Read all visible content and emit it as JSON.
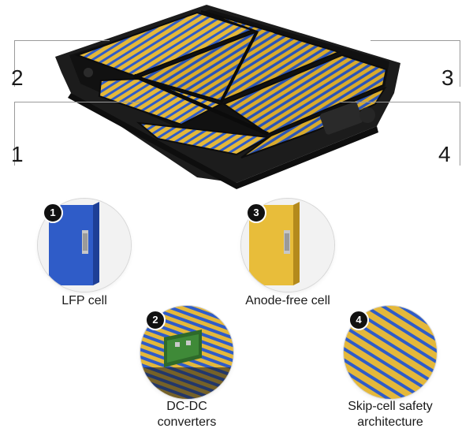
{
  "pack_numbers": [
    "1",
    "2",
    "3",
    "4"
  ],
  "callouts": [
    {
      "badge": "1",
      "label": "LFP cell"
    },
    {
      "badge": "2",
      "label_line1": "DC-DC",
      "label_line2": "converters"
    },
    {
      "badge": "3",
      "label": "Anode-free cell"
    },
    {
      "badge": "4",
      "label_line1": "Skip-cell safety",
      "label_line2": "architecture"
    }
  ],
  "colors": {
    "cell_blue": "#2f5cc8",
    "cell_gold": "#e4b83a",
    "pack_frame": "#1c1c1c"
  }
}
